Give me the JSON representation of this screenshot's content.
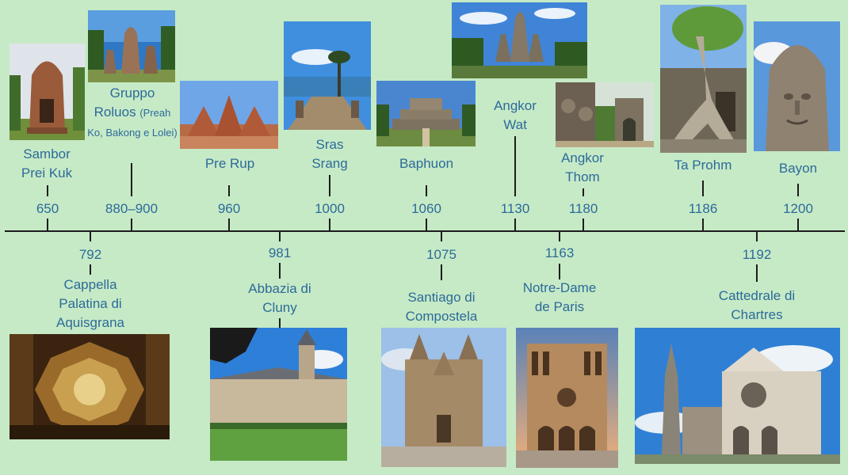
{
  "timeline": {
    "top": [
      {
        "year": "650",
        "label_lines": [
          "Sambor",
          "Prei Kuk"
        ],
        "image": "khmer-brick-tower-photo"
      },
      {
        "year": "880–900",
        "label_lines": [
          "Gruppo",
          "Roluos"
        ],
        "label_small": "(Preah Ko, Bakong e Lolei)",
        "image": "roluos-temple-photo"
      },
      {
        "year": "960",
        "label_lines": [
          "Pre Rup"
        ],
        "image": "pre-rup-temple-photo"
      },
      {
        "year": "1000",
        "label_lines": [
          "Sras",
          "Srang"
        ],
        "image": "sras-srang-reservoir-photo"
      },
      {
        "year": "1060",
        "label_lines": [
          "Baphuon"
        ],
        "image": "baphuon-temple-photo"
      },
      {
        "year": "1130",
        "label_lines": [
          "Angkor",
          "Wat"
        ],
        "image": "angkor-wat-photo"
      },
      {
        "year": "1180",
        "label_lines": [
          "Angkor",
          "Thom"
        ],
        "image": "angkor-thom-gate-photo"
      },
      {
        "year": "1186",
        "label_lines": [
          "Ta Prohm"
        ],
        "image": "ta-prohm-tree-photo"
      },
      {
        "year": "1200",
        "label_lines": [
          "Bayon"
        ],
        "image": "bayon-face-tower-photo"
      }
    ],
    "bottom": [
      {
        "year": "792",
        "label_lines": [
          "Cappella",
          "Palatina di",
          "Aquisgrana"
        ],
        "image": "palatine-chapel-interior-photo"
      },
      {
        "year": "981",
        "label_lines": [
          "Abbazia di",
          "Cluny"
        ],
        "image": "cluny-abbey-photo"
      },
      {
        "year": "1075",
        "label_lines": [
          "Santiago di",
          "Compostela"
        ],
        "image": "santiago-cathedral-photo"
      },
      {
        "year": "1163",
        "label_lines": [
          "Notre-Dame",
          "de Paris"
        ],
        "image": "notre-dame-facade-photo"
      },
      {
        "year": "1192",
        "label_lines": [
          "Cattedrale di",
          "Chartres"
        ],
        "image": "chartres-cathedral-photo"
      }
    ]
  },
  "colors": {
    "background": "#c6eac6",
    "text": "#2d6a9a",
    "axis": "#1c1c1c"
  }
}
